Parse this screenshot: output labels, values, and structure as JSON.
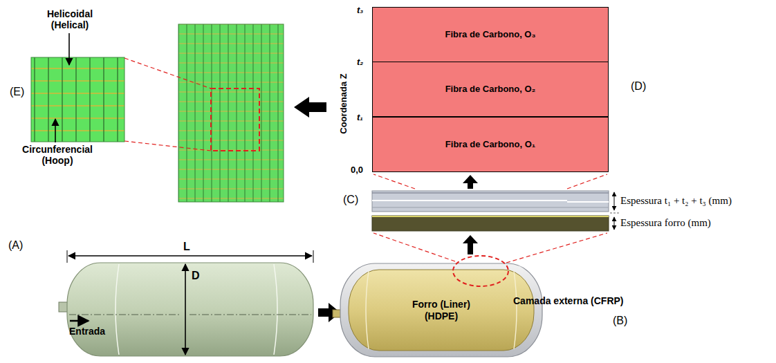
{
  "diagram": {
    "nodes": [
      {
        "text": [
          "Fibra de Carbono, O₃"
        ]
      },
      {
        "text": [
          "Fibra de Carbono, O₂"
        ]
      },
      {
        "text": [
          "Fibra de Carbono, O₁"
        ]
      },
      {
        "text": [
          "Forro (Liner) (HDPE)"
        ]
      }
    ],
    "labels": [
      "(E)",
      "Helicoidal (Helical)",
      "Circunferencial (Hoop)",
      "t₃",
      "t₂",
      "t₁",
      "0,0",
      "Coordenada Z",
      "(D)",
      "(C)",
      "Espessura t₁ + t₂ + t₃ (mm)",
      "Espessura forro (mm)",
      "(A)",
      "L",
      "D",
      "Camada externa (CFRP)",
      "(B)",
      "Entrada"
    ]
  }
}
